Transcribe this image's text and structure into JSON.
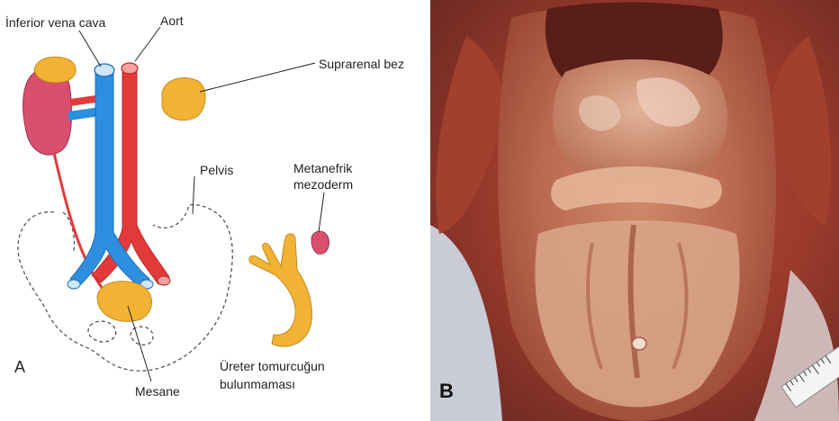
{
  "panel_a": {
    "letter": "A",
    "labels": {
      "ivc": "İnferior vena cava",
      "aorta": "Aort",
      "suprarenal": "Suprarenal bez",
      "pelvis": "Pelvis",
      "metanephric_line1": "Metanefrik",
      "metanephric_line2": "mezoderm",
      "bladder": "Mesane",
      "ureter_line1": "Üreter tomurcuğun",
      "ureter_line2": "bulunmaması"
    },
    "colors": {
      "vein": "#2e8ee0",
      "artery": "#e23a3a",
      "adrenal": "#f2b233",
      "kidney": "#d8506e",
      "bladder": "#f2b233"
    }
  },
  "panel_b": {
    "letter": "B"
  }
}
